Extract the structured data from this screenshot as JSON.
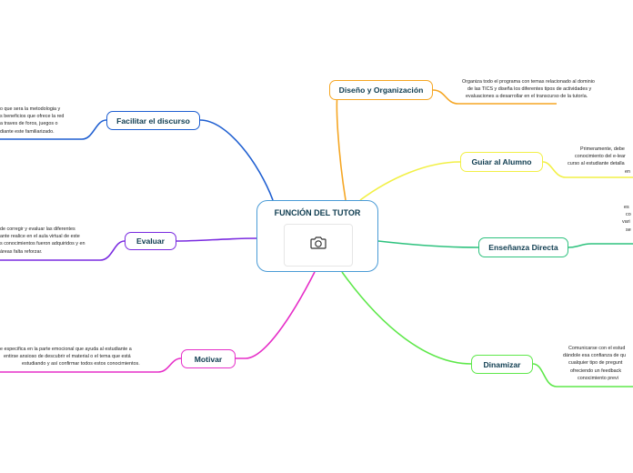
{
  "central": {
    "title": "FUNCIÓN DEL TUTOR",
    "image_icon": "camera-icon"
  },
  "branches": {
    "diseno": {
      "label": "Diseño y Organización",
      "color": "#f5a623",
      "note": [
        "Organiza todo el programa con temas relacionado al dominio",
        "de las TICS y diseña los diferentes tipos de actividades y",
        "evaluaciones a desarrollar en el transcurso de la tutoría."
      ]
    },
    "guiar": {
      "label": "Guiar al Alumno",
      "color": "#f2f046",
      "note": [
        "Primeramente, debe",
        "conocimiento del e-lear",
        "curso al estudiante detalla",
        "en"
      ]
    },
    "ensenanza": {
      "label": "Enseñanza Directa",
      "color": "#2ec27e",
      "note": [
        "es",
        "co",
        "vari",
        "se"
      ]
    },
    "dinamizar": {
      "label": "Dinamizar",
      "color": "#5ee84a",
      "note": [
        "Comunicarse con el estud",
        "dándole esa confianza de qu",
        "cualquier tipo de pregunt",
        "ofreciendo un feedback",
        "conocimiento previ"
      ]
    },
    "facilitar": {
      "label": "Facilitar el discurso",
      "color": "#1f5fd1",
      "note": [
        "o que sera la metodologia y",
        "s beneficios que ofrece la red",
        "a traves de foros, juegos o",
        "diante este familiarizado."
      ]
    },
    "evaluar": {
      "label": "Evaluar",
      "color": "#7a2be0",
      "note": [
        "de corregir y evaluar las diferentes",
        "ante realice en el aula virtual de este",
        "s conocimientos fueron adquiridos y en",
        "áreas falta reforzar."
      ]
    },
    "motivar": {
      "label": "Motivar",
      "color": "#e62ec8",
      "note": [
        "e especifica en la parte emocional que ayuda al estudiante a",
        "entirse ansioso de descubrir el material o el tema que está",
        "estudiando y así confirmar todos estos conocimientos."
      ]
    }
  }
}
